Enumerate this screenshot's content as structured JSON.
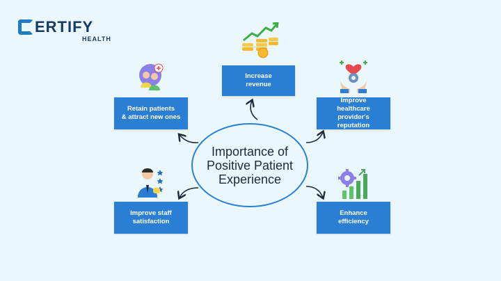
{
  "logo": {
    "brand": "ERTIFY",
    "sub": "HEALTH"
  },
  "center_label": "Importance of\nPositive Patient\nExperience",
  "nodes": {
    "revenue": "Increase\nrevenue",
    "reputation": "Improve\nhealthcare\nprovider's reputation",
    "retain": "Retain patients\n& attract new ones",
    "staff": "Improve staff\nsatisfaction",
    "efficiency": "Enhance\nefficiency"
  },
  "colors": {
    "accent": "#2a7fd4",
    "brand": "#163a63",
    "background": "#eaf7fc"
  },
  "icons": [
    "money-growth-icon",
    "heart-gear-hands-icon",
    "patients-group-icon",
    "staff-rating-icon",
    "gear-bars-icon"
  ]
}
